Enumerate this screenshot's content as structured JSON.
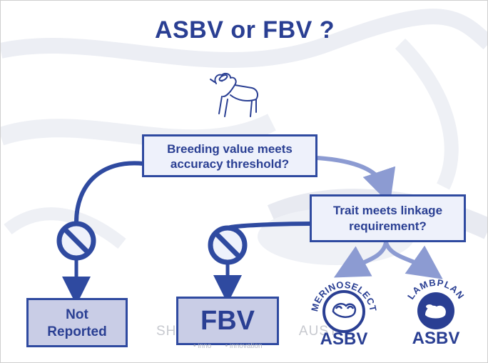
{
  "title": "ASBV or FBV ?",
  "question_accuracy": {
    "line1": "Breeding value meets",
    "line2": "accuracy threshold?"
  },
  "question_linkage": {
    "line1": "Trait meets linkage",
    "line2": "requirement?"
  },
  "outcomes": {
    "not_reported_line1": "Not",
    "not_reported_line2": "Reported",
    "fbv": "FBV"
  },
  "badges": {
    "merinoselect": {
      "arc_text": "MERINOSELECT",
      "label": "ASBV"
    },
    "lambplan": {
      "arc_text": "LAMBPLAN",
      "label": "ASBV"
    }
  },
  "footer": {
    "watermark": "SH",
    "watermark2": "AUST",
    "sub1": "• inno",
    "sub2": "• innovation"
  },
  "colors": {
    "accent": "#2a3f93",
    "line_dark": "#2f4aa0",
    "line_light": "#8c9bd2",
    "box_fill": "#eef1fb",
    "outcome_fill": "#c9cde6"
  }
}
